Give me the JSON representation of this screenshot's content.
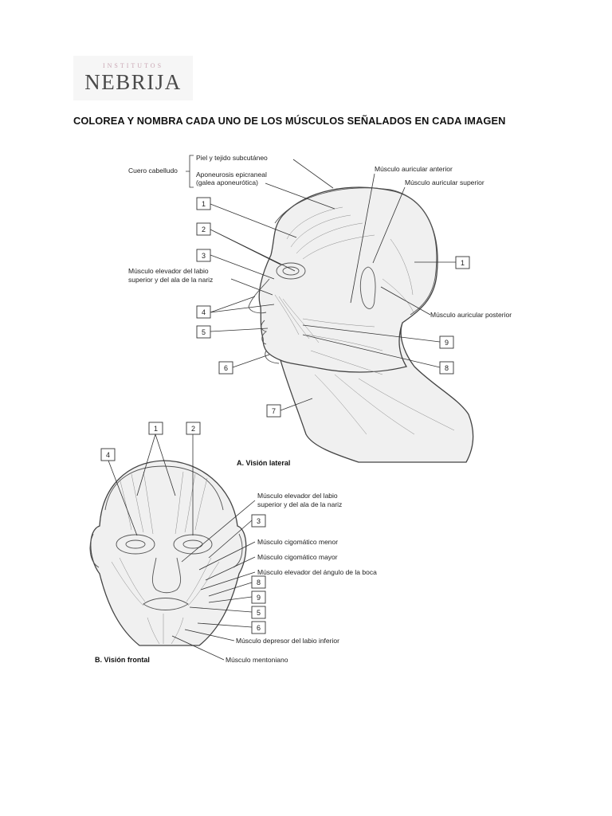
{
  "logo": {
    "top": "INSTITUTOS",
    "main": "NEBRIJA"
  },
  "title": "COLOREA Y NOMBRA CADA UNO DE LOS MÚSCULOS SEÑALADOS EN CADA IMAGEN",
  "lateral": {
    "cuero_cabelludo": "Cuero cabelludo",
    "piel": "Piel y tejido subcutáneo",
    "aponeurosis_1": "Aponeurosis epicraneal",
    "aponeurosis_2": "(galea aponeurótica)",
    "auricular_anterior": "Músculo auricular anterior",
    "auricular_superior": "Músculo auricular superior",
    "elevador_1": "Músculo elevador del labio",
    "elevador_2": "superior y del ala de la nariz",
    "auricular_posterior": "Músculo auricular posterior",
    "caption": "A. Visión lateral",
    "numbers": [
      "1",
      "2",
      "3",
      "4",
      "5",
      "6",
      "7",
      "1",
      "9",
      "8"
    ]
  },
  "frontal": {
    "elevador_1": "Músculo elevador del labio",
    "elevador_2": "superior y del ala de la nariz",
    "cigomatico_menor": "Músculo cigomático menor",
    "cigomatico_mayor": "Músculo cigomático mayor",
    "elevador_angulo": "Músculo elevador del ángulo de la boca",
    "depresor": "Músculo depresor del labio inferior",
    "mentoniano": "Músculo mentoniano",
    "caption": "B. Visión frontal",
    "numbers": [
      "1",
      "2",
      "4",
      "3",
      "8",
      "9",
      "5",
      "6"
    ]
  }
}
